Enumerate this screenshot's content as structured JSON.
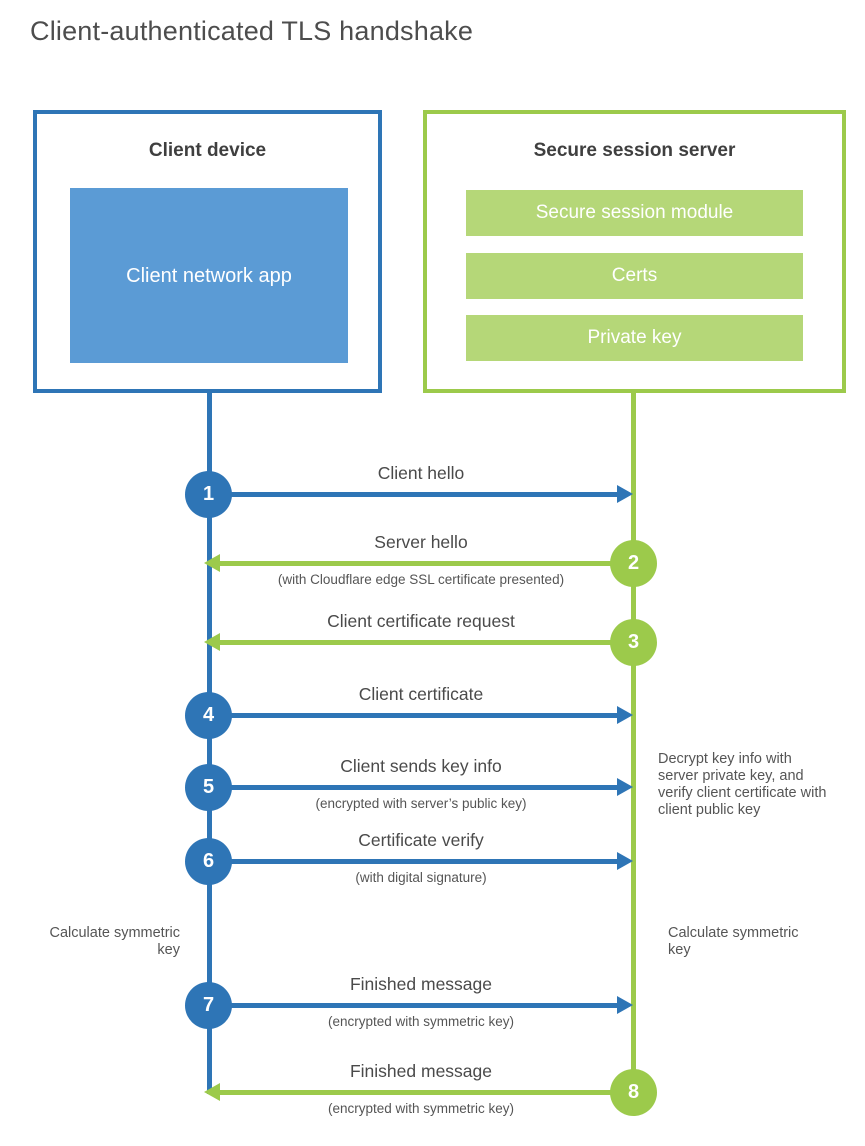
{
  "title": "Client-authenticated TLS handshake",
  "client": {
    "box_title": "Client device",
    "app_label": "Client network app"
  },
  "server": {
    "box_title": "Secure session server",
    "modules": [
      "Secure session module",
      "Certs",
      "Private key"
    ]
  },
  "messages": [
    {
      "number": "1",
      "label": "Client hello",
      "note": "",
      "from": "client",
      "to": "server"
    },
    {
      "number": "2",
      "label": "Server hello",
      "note": "(with Cloudflare edge SSL certificate presented)",
      "from": "server",
      "to": "client"
    },
    {
      "number": "3",
      "label": "Client certificate request",
      "note": "",
      "from": "server",
      "to": "client"
    },
    {
      "number": "4",
      "label": "Client certificate",
      "note": "",
      "from": "client",
      "to": "server"
    },
    {
      "number": "5",
      "label": "Client sends key info",
      "note": "(encrypted with server’s public key)",
      "from": "client",
      "to": "server"
    },
    {
      "number": "6",
      "label": "Certificate verify",
      "note": "(with digital signature)",
      "from": "client",
      "to": "server"
    },
    {
      "number": "7",
      "label": "Finished message",
      "note": "(encrypted with symmetric key)",
      "from": "client",
      "to": "server"
    },
    {
      "number": "8",
      "label": "Finished message",
      "note": "(encrypted with symmetric key)",
      "from": "server",
      "to": "client"
    }
  ],
  "annotations": {
    "server_side_note": "Decrypt key info with server private key, and verify client certificate with client public key",
    "client_calc": "Calculate symmetric key",
    "server_calc": "Calculate symmetric key"
  },
  "colors": {
    "blue_primary": "#2E75B6",
    "blue_light": "#5B9BD5",
    "green_primary": "#9CCA4B",
    "green_light": "#B5D778",
    "text_dark": "#3f3f3f",
    "text_gray": "#555555"
  }
}
